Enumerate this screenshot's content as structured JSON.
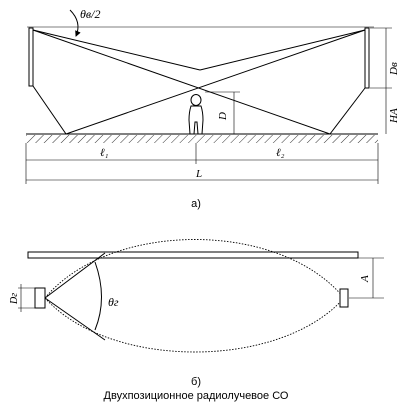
{
  "diagram_a": {
    "label_theta_b": "θв/2",
    "label_d_b": "Dв",
    "label_h_a": "HA",
    "label_d": "D",
    "label_l1": "ℓ₁",
    "label_l2": "ℓ₂",
    "label_l": "L",
    "caption": "а)"
  },
  "diagram_b": {
    "label_d_g": "Dг",
    "label_theta_g": "θг",
    "label_a": "A",
    "caption": "б)",
    "subtitle": "Двухпозиционное радиолучевое СО"
  }
}
